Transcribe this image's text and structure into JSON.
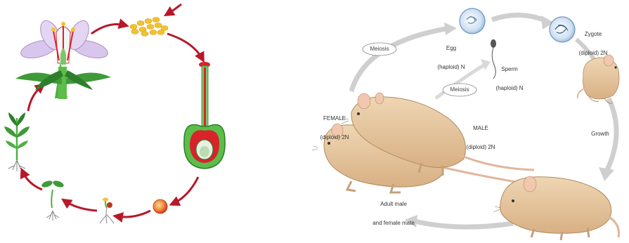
{
  "colors": {
    "plant_arrow": "#b8182a",
    "animal_arrow": "#c9c9c9",
    "mouse_fur": "#e7c9a2",
    "petal": "#d9c6ec",
    "leaf": "#3f9a3a",
    "pollen": "#f2c230",
    "ovary_red": "#d8232a",
    "cell_blue": "#8fb4dc"
  },
  "plant_cycle": {
    "stages": [
      "flower",
      "pollen",
      "pistil",
      "seed",
      "germinating-seed",
      "seedling",
      "young-plant"
    ]
  },
  "animal_cycle": {
    "meiosis_top": "Meiosis",
    "meiosis_mid": "Meiosis",
    "egg": {
      "line1": "Egg",
      "line2": "(haploid) N"
    },
    "sperm": {
      "line1": "Sperm",
      "line2": "(haploid) N"
    },
    "zygote": {
      "line1": "Zygote",
      "line2": "(diploid) 2N"
    },
    "female": {
      "line1": "FEMALE",
      "line2": "(diploid) 2N"
    },
    "male": {
      "line1": "MALE",
      "line2": "(diploid) 2N"
    },
    "growth": "Growth",
    "adults": {
      "line1": "Adult male",
      "line2": "and female mate"
    }
  }
}
